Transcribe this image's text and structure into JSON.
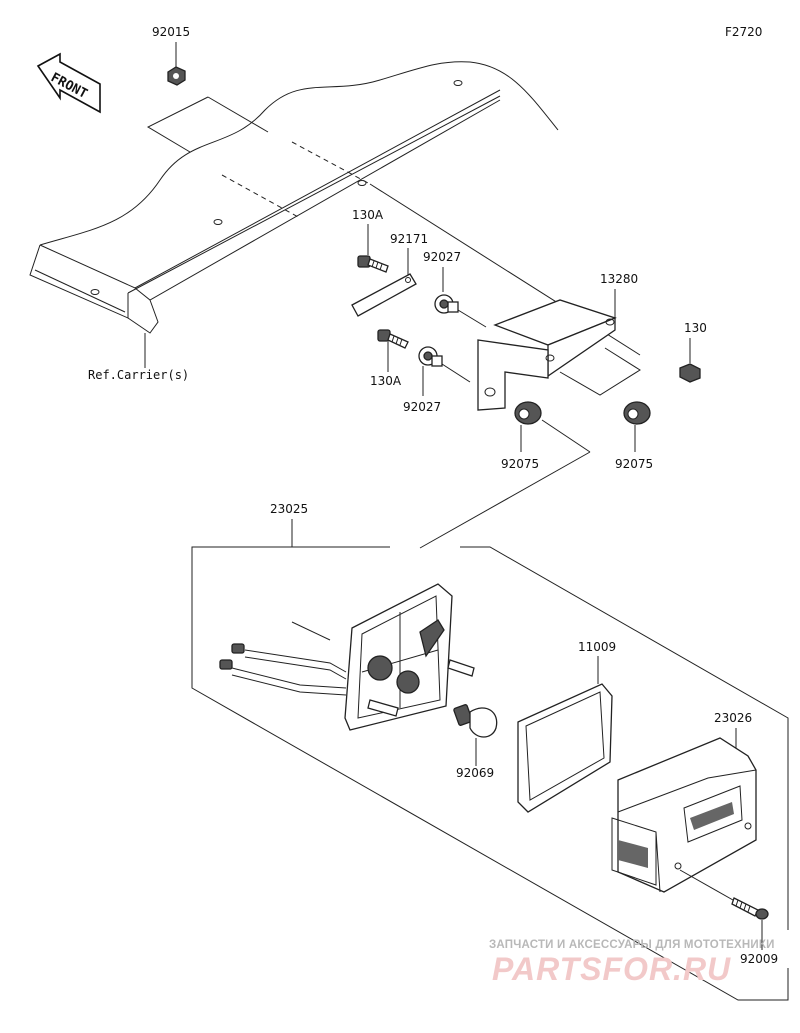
{
  "figure_code": "F2720",
  "front_label": "FRONT",
  "reference_label": "Ref.Carrier(s)",
  "parts": {
    "p92015": "92015",
    "p130A_upper": "130A",
    "p92171": "92171",
    "p92027_upper": "92027",
    "p13280": "13280",
    "p130": "130",
    "p130A_lower": "130A",
    "p92027_lower": "92027",
    "p92075_left": "92075",
    "p92075_right": "92075",
    "p23025": "23025",
    "p11009": "11009",
    "p23026": "23026",
    "p92069": "92069",
    "p92009": "92009"
  },
  "watermark": {
    "tagline": "ЗАПЧАСТИ И АКСЕССУАРЫ ДЛЯ МОТОТЕХНИКИ",
    "logo": "PARTSFOR.RU"
  }
}
